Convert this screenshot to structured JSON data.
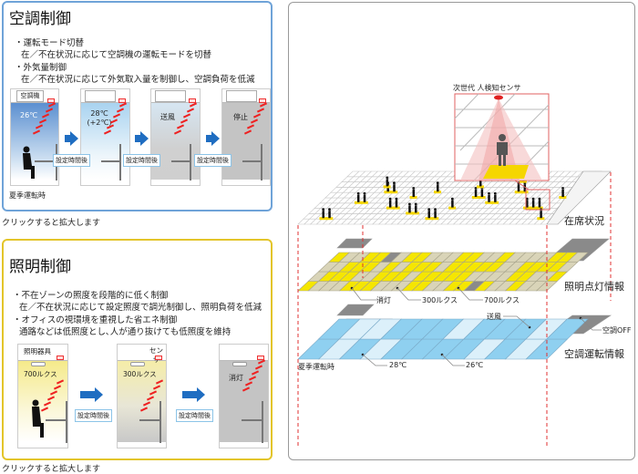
{
  "ac_panel": {
    "title": "空調制御",
    "bullets": [
      {
        "head": "・運転モード切替",
        "body": "在／不在状況に応じて空調機の運転モードを切替"
      },
      {
        "head": "・外気量制御",
        "body": "在／不在状況に応じて外気取入量を制御し、空調負荷を低減"
      }
    ],
    "unit_label": "空調機",
    "rooms": [
      {
        "label": "26℃"
      },
      {
        "label": "28℃\n(+2℃)"
      },
      {
        "label": "送風"
      },
      {
        "label": "停止"
      }
    ],
    "transition_label": "設定時間後",
    "footnote": "夏季運転時",
    "caption": "クリックすると拡大します"
  },
  "lighting_panel": {
    "title": "照明制御",
    "bullets": [
      {
        "head": "・不在ゾーンの照度を段階的に低く制御",
        "body": "在／不在状況に応じて設定照度で調光制御し、照明負荷を低減"
      },
      {
        "head": "・オフィスの視環境を重視した省エネ制御",
        "body": "通路などは低照度とし､人が通り抜けても低照度を維持"
      }
    ],
    "fixture_label": "照明器具",
    "sensor_label": "センサ",
    "rooms": [
      {
        "label": "700ルクス"
      },
      {
        "label": "300ルクス"
      },
      {
        "label": "消灯"
      }
    ],
    "transition_label": "設定時間後",
    "caption": "クリックすると拡大します"
  },
  "diagram": {
    "sensor_title": "次世代 人検知センサ",
    "layer_occupancy": "在席状況",
    "layer_lighting": "照明点灯情報",
    "layer_hvac": "空調運転情報",
    "lighting_callouts": [
      "消灯",
      "300ルクス",
      "700ルクス"
    ],
    "hvac_callouts": {
      "fan": "送風",
      "off": "空調OFF",
      "t28": "28℃",
      "t26": "26℃"
    },
    "footnote": "夏季運転時",
    "colors": {
      "lit700": "#f5e600",
      "lit300": "#d9d4b8",
      "off": "#8a8a8a",
      "cool": "#8fd0f0",
      "warm": "#dcf0fa"
    }
  }
}
